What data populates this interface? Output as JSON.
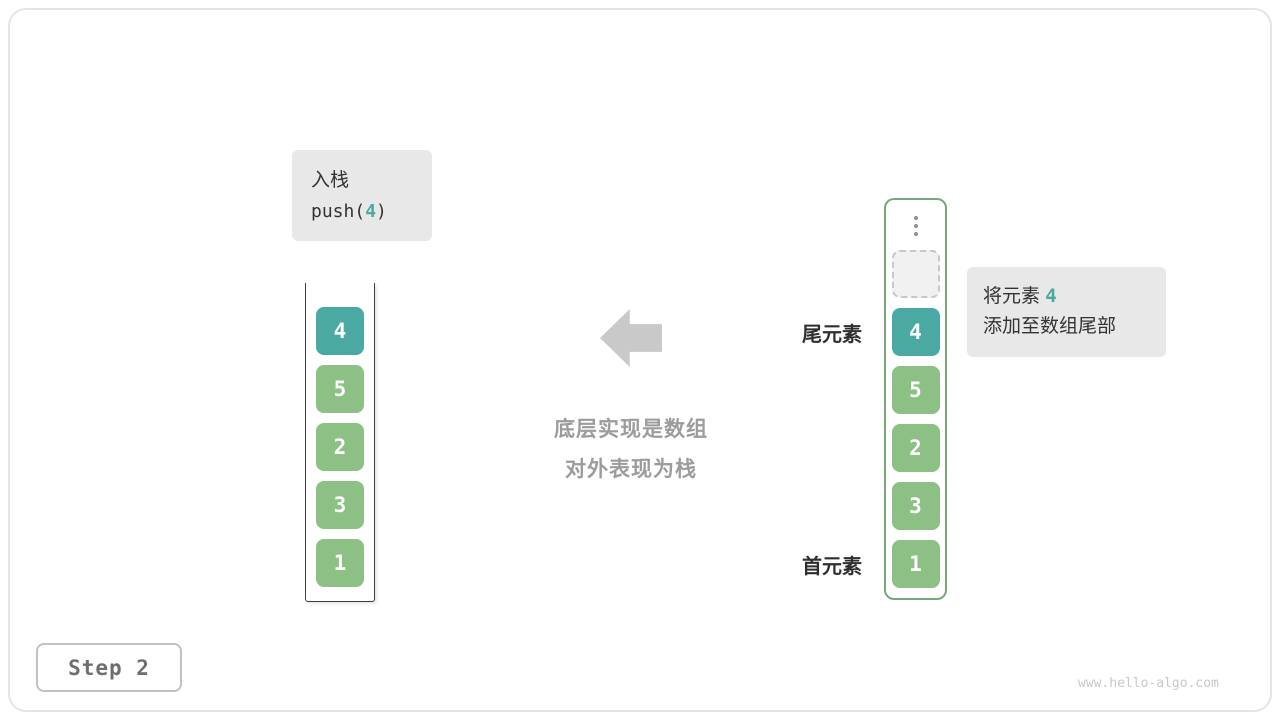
{
  "push_label": {
    "title": "入栈",
    "code_prefix": "push(",
    "code_value": "4",
    "code_suffix": ")"
  },
  "left_stack": {
    "cells": [
      {
        "value": "4",
        "color": "teal"
      },
      {
        "value": "5",
        "color": "green"
      },
      {
        "value": "2",
        "color": "green"
      },
      {
        "value": "3",
        "color": "green"
      },
      {
        "value": "1",
        "color": "green"
      }
    ]
  },
  "right_stack": {
    "has_ellipsis": true,
    "has_placeholder": true,
    "cells": [
      {
        "value": "4",
        "color": "teal"
      },
      {
        "value": "5",
        "color": "green"
      },
      {
        "value": "2",
        "color": "green"
      },
      {
        "value": "3",
        "color": "green"
      },
      {
        "value": "1",
        "color": "green"
      }
    ]
  },
  "labels": {
    "tail": "尾元素",
    "head": "首元素"
  },
  "note": {
    "line1_prefix": "将元素 ",
    "line1_value": "4",
    "line2": "添加至数组尾部"
  },
  "caption": {
    "line1": "底层实现是数组",
    "line2": "对外表现为栈"
  },
  "step_badge": "Step 2",
  "watermark": "www.hello-algo.com",
  "icons": {
    "arrow": "left-arrow",
    "ellipsis": "vertical-ellipsis"
  },
  "colors": {
    "teal": "#4aa9a3",
    "green": "#8cc084",
    "container_border": "#78a878",
    "label_bg": "#e8e8e8",
    "arrow": "#c9c9c9",
    "caption_text": "#9c9c9c"
  }
}
